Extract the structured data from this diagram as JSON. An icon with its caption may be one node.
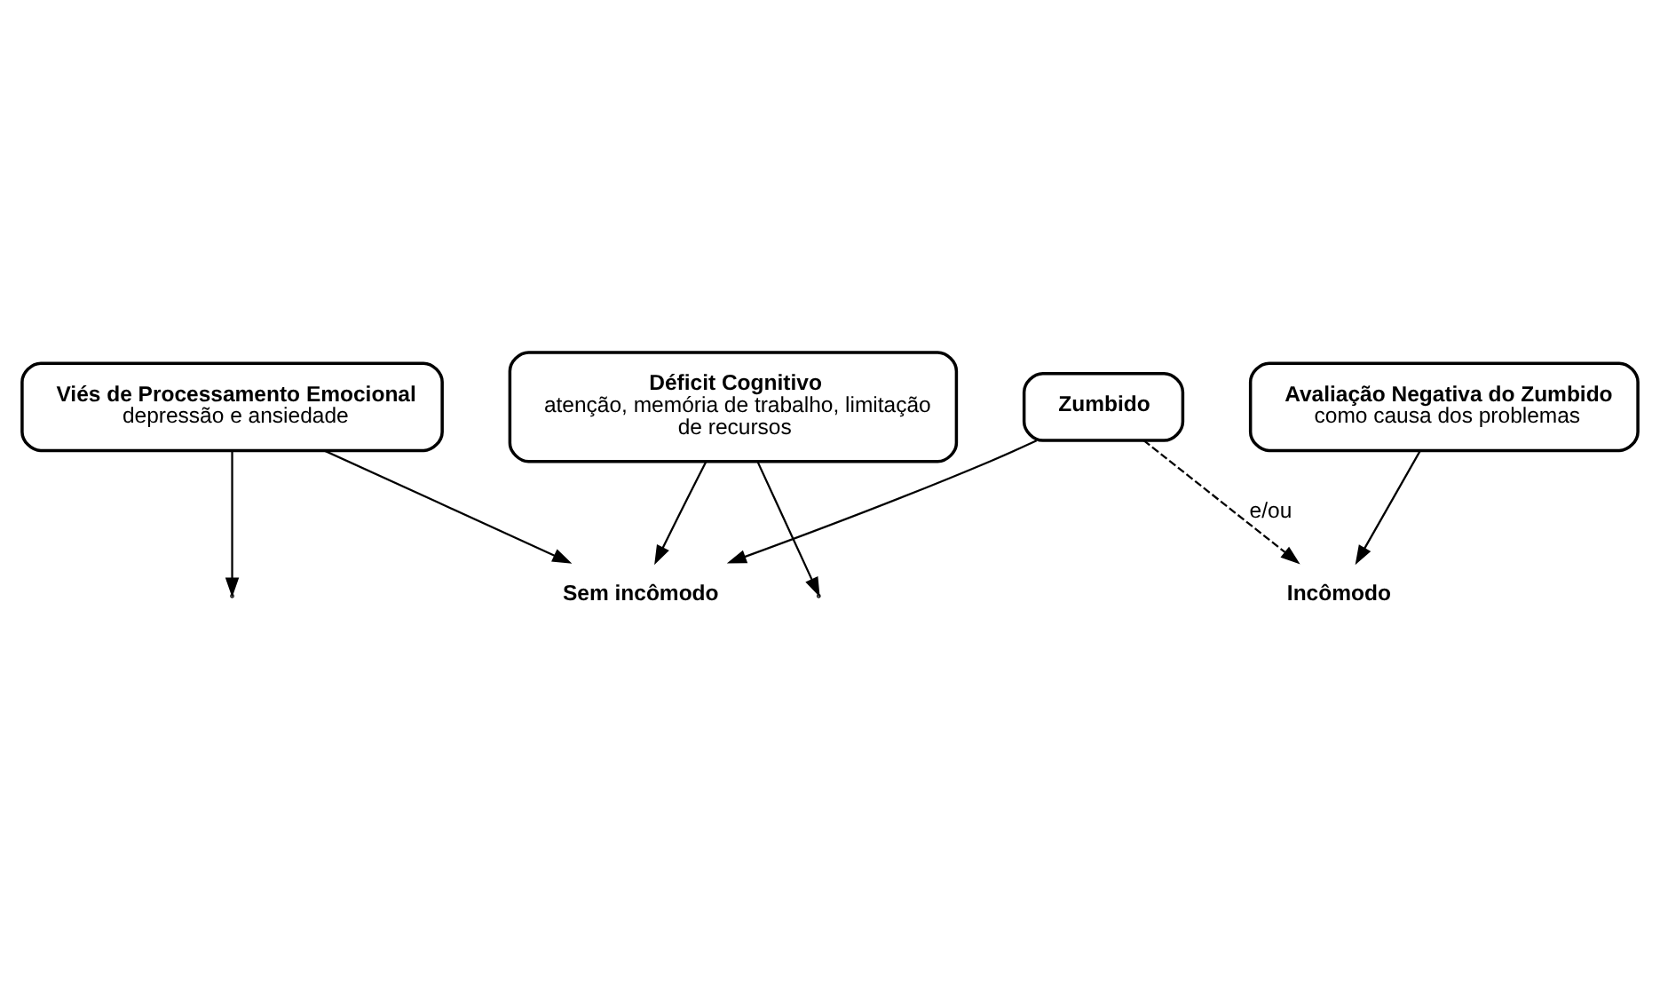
{
  "diagram": {
    "nodes": [
      {
        "text": [
          "Zumbido"
        ]
      },
      {
        "text": [
          "Sem incômodo"
        ]
      },
      {
        "text": [
          "Déficit Cognitivo",
          "atenção, memória de trabalho, limitação de recursos"
        ]
      },
      {
        "text": [
          "Viés de Processamento Emocional",
          "depressão e ansiedade"
        ]
      },
      {
        "text": [
          "Avaliação Negativa do Zumbido",
          "como causa dos problemas"
        ]
      },
      {
        "text": [
          "Incômodo"
        ]
      }
    ],
    "edges": [
      {
        "from": 0,
        "to": 1,
        "arrow": "to"
      },
      {
        "from": 2,
        "to": null,
        "arrow": "to"
      },
      {
        "from": 2,
        "to": 1,
        "arrow": "to"
      },
      {
        "from": 3,
        "to": null,
        "arrow": "to"
      },
      {
        "from": 3,
        "to": 1,
        "arrow": "to"
      },
      {
        "from": 0,
        "to": 5,
        "arrow": "to",
        "style": "dashed",
        "label": "e/ou"
      },
      {
        "from": 4,
        "to": 5,
        "arrow": "to"
      }
    ]
  }
}
